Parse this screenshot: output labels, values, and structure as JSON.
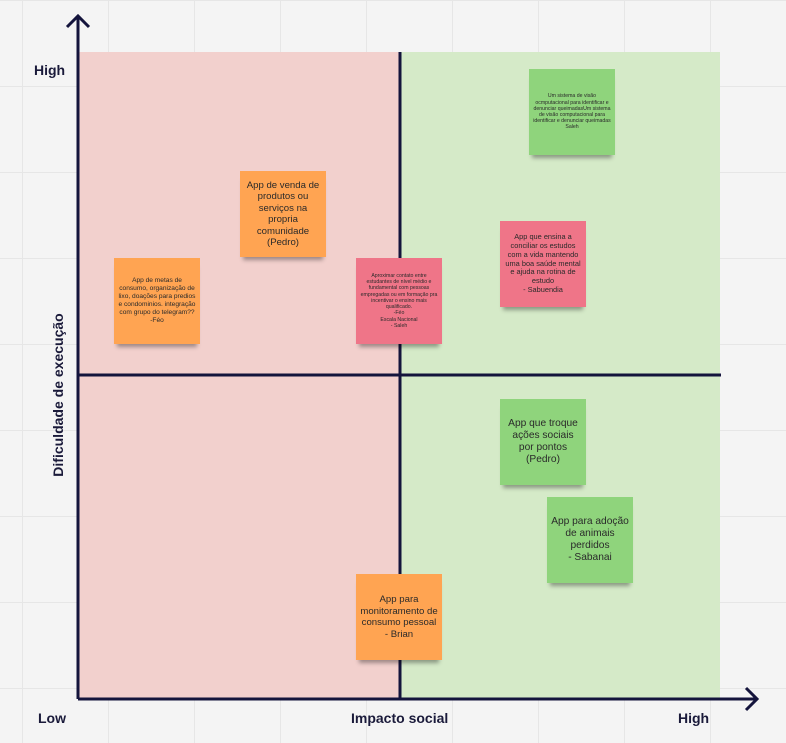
{
  "axes": {
    "y_title": "Dificuldade de execução",
    "y_high": "High",
    "x_low": "Low",
    "x_title": "Impacto social",
    "x_high": "High"
  },
  "colors": {
    "low_impact_zone": "#f2d0cd",
    "high_impact_zone": "#d5eac8",
    "axis": "#14143c",
    "note_orange": "#ffa452",
    "note_pink": "#ef7588",
    "note_green": "#8fd47c"
  },
  "notes": [
    {
      "id": "vision",
      "color": "green",
      "text": "Um sistema de visão ocmputacional para identificar e denunciar queimadasUm sistema de visão computacional para identificar e denunciar queimadas\nSaleh"
    },
    {
      "id": "sales",
      "color": "orange",
      "text": "App de venda de produtos ou serviços na propria comunidade (Pedro)"
    },
    {
      "id": "mental-health",
      "color": "pink",
      "text": "App que ensina a conciliar os estudos com a vida mantendo uma boa saúde mental e ajuda na rotina de estudo\n- Sabuendia"
    },
    {
      "id": "goals",
      "color": "orange",
      "text": "App de metas de consumo, organização de lixo, doações para predios e condominios. integração com grupo do telegram??\n-Féo"
    },
    {
      "id": "contact",
      "color": "pink",
      "text": "Aproximar contato entre estudantes de nível médio e fundamental com pessoas empregadas ou em formação pra incentivar o ensino mais qualificado.\n-Féo\nEscala Nacional\n- Saleh"
    },
    {
      "id": "social-actions",
      "color": "green",
      "text": "App que troque ações sociais por pontos (Pedro)"
    },
    {
      "id": "adoption",
      "color": "green",
      "text": "App para adoção de animais perdidos\n- Sabanai"
    },
    {
      "id": "monitoring",
      "color": "orange",
      "text": "App para monitoramento de consumo pessoal\n- Brian"
    }
  ]
}
